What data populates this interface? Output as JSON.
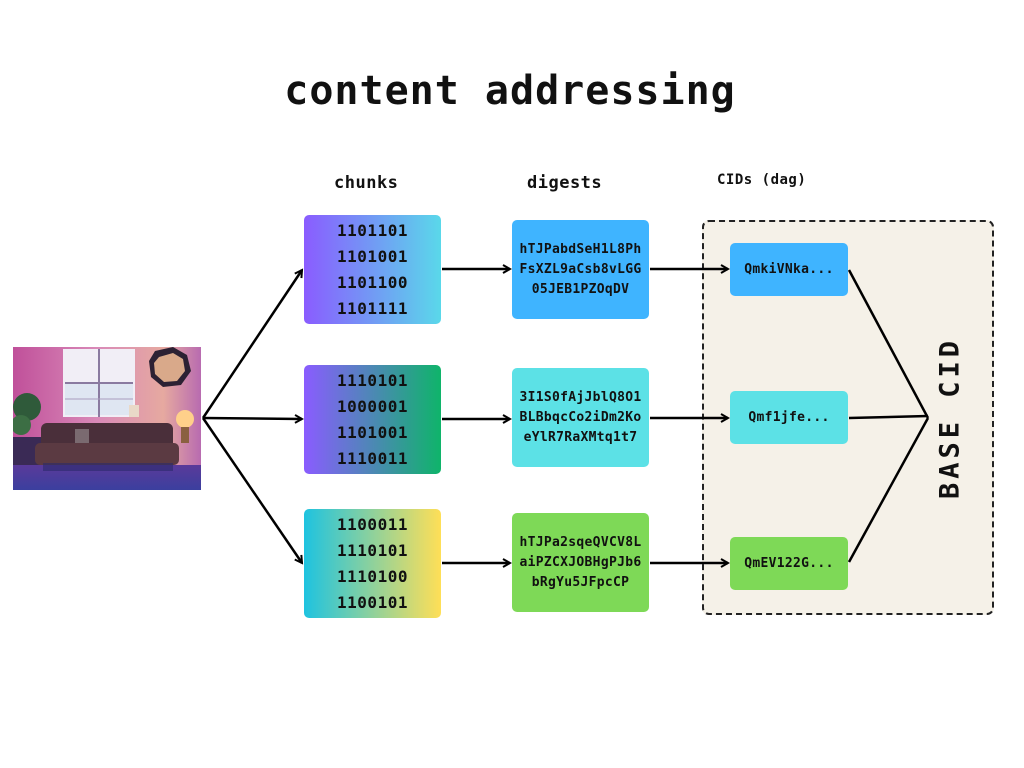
{
  "title": "content addressing",
  "headers": {
    "chunks": "chunks",
    "digests": "digests",
    "cids": "CIDs (dag)"
  },
  "photo": {
    "description_icon": "living-room-photo"
  },
  "chunks": [
    {
      "lines": [
        "1101101",
        "1101001",
        "1101100",
        "1101111"
      ]
    },
    {
      "lines": [
        "1110101",
        "1000001",
        "1101001",
        "1110011"
      ]
    },
    {
      "lines": [
        "1100011",
        "1110101",
        "1110100",
        "1100101"
      ]
    }
  ],
  "digests": [
    {
      "text": "hTJPabdSeH1L8PhFsXZL9aCsb8vLGG05JEB1PZOqDV"
    },
    {
      "text": "3I1S0fAjJblQ8O1BLBbqcCo2iDm2KoeYlR7RaXMtq1t7"
    },
    {
      "text": "hTJPa2sqeQVCV8LaiPZCXJOBHgPJb6bRgYu5JFpcCP"
    }
  ],
  "cids": [
    {
      "label": "QmkiVNka..."
    },
    {
      "label": "Qmf1jfe..."
    },
    {
      "label": "QmEV122G..."
    }
  ],
  "base_cid": "BASE CID",
  "colors": {
    "digest_blue": "#3fb4ff",
    "digest_cyan": "#5ce1e6",
    "digest_green": "#7ed957",
    "dag_background": "#f5f1e8"
  }
}
